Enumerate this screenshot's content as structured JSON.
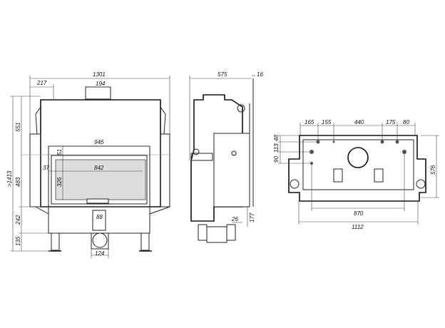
{
  "front_view": {
    "width_total": "1301",
    "offset_left": "217",
    "flue_width": "194",
    "height_total": ">1413",
    "height_upper": "551",
    "height_door": "483",
    "height_lower": "242",
    "height_legs": "135",
    "door_width": "946",
    "glass_width": "842",
    "glass_height": "326",
    "frame_top": "51",
    "frame_side": "37",
    "air_inlet_width": "88",
    "air_pipe_diameter": "124"
  },
  "side_view": {
    "depth": "575",
    "door_offset": "16",
    "bottom_height": "177",
    "bottom_offset": "26"
  },
  "top_view": {
    "spacing": [
      "165",
      "155",
      "440",
      "175",
      "80"
    ],
    "left_offsets": [
      "48",
      "113",
      "90"
    ],
    "depth": "576",
    "inner_width": "870",
    "outer_width": "1112"
  }
}
